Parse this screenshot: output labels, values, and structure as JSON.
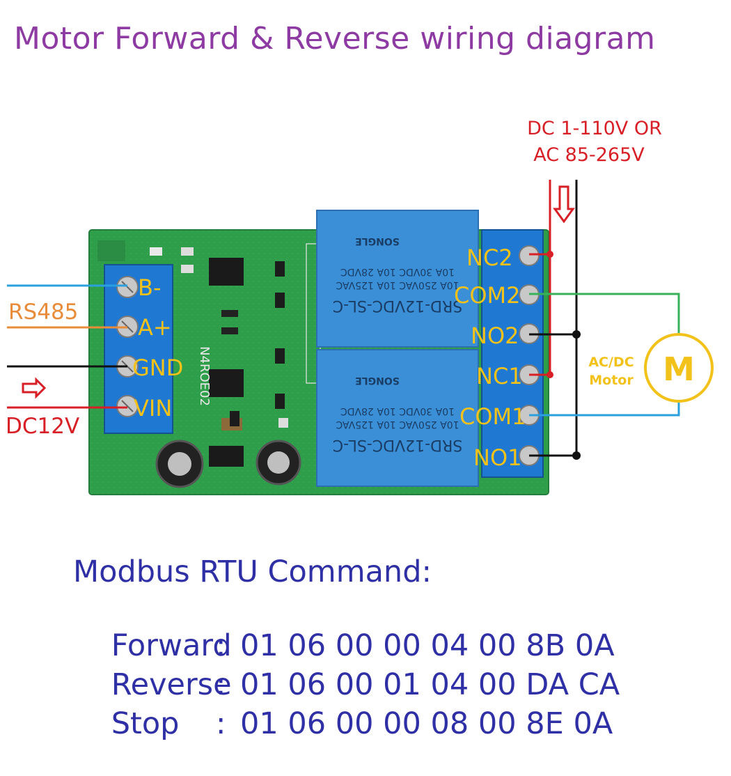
{
  "title": "Motor Forward & Reverse wiring diagram",
  "power_supply": {
    "line1": "DC 1-110V OR",
    "line2": "AC 85-265V"
  },
  "input_terminals": [
    "B-",
    "A+",
    "GND",
    "VIN"
  ],
  "bus_label": "RS485",
  "supply_label": "DC12V",
  "relay_terminals": [
    "NC2",
    "COM2",
    "NO2",
    "NC1",
    "COM1",
    "NO1"
  ],
  "relay_marking": {
    "model": "SRD-12VDC-SL-C",
    "rating1": "10A 250VAC 10A 125VAC",
    "rating2": "10A 30VDC 10A 28VDC",
    "brand": "SONGLE"
  },
  "board_marking": "N4ROE02",
  "motor": {
    "symbol": "M",
    "label_line1": "AC/DC",
    "label_line2": "Motor"
  },
  "commands": {
    "heading": "Modbus RTU Command:",
    "rows": [
      {
        "name": "Forward",
        "sep": ":",
        "value": "01 06 00 00 04 00 8B 0A"
      },
      {
        "name": "Reverse",
        "sep": ":",
        "value": "01 06 00 01 04 00 DA CA"
      },
      {
        "name": "Stop",
        "sep": ":",
        "value": "01 06 00 00 08 00 8E 0A"
      }
    ]
  },
  "colors": {
    "title": "#8e3aa3",
    "command_text": "#2f2fa6",
    "power_label": "#d81f26",
    "terminal_text": "#f3c21a",
    "rs485_label": "#e98c3a",
    "wire_blue": "#2aa0de",
    "wire_orange": "#e98c3a",
    "wire_red": "#d81f26",
    "wire_green": "#38b25a",
    "wire_black": "#111111",
    "board_green": "#2f9e4a",
    "relay_blue": "#3b8fd6",
    "terminal_blue": "#1f78d1"
  }
}
